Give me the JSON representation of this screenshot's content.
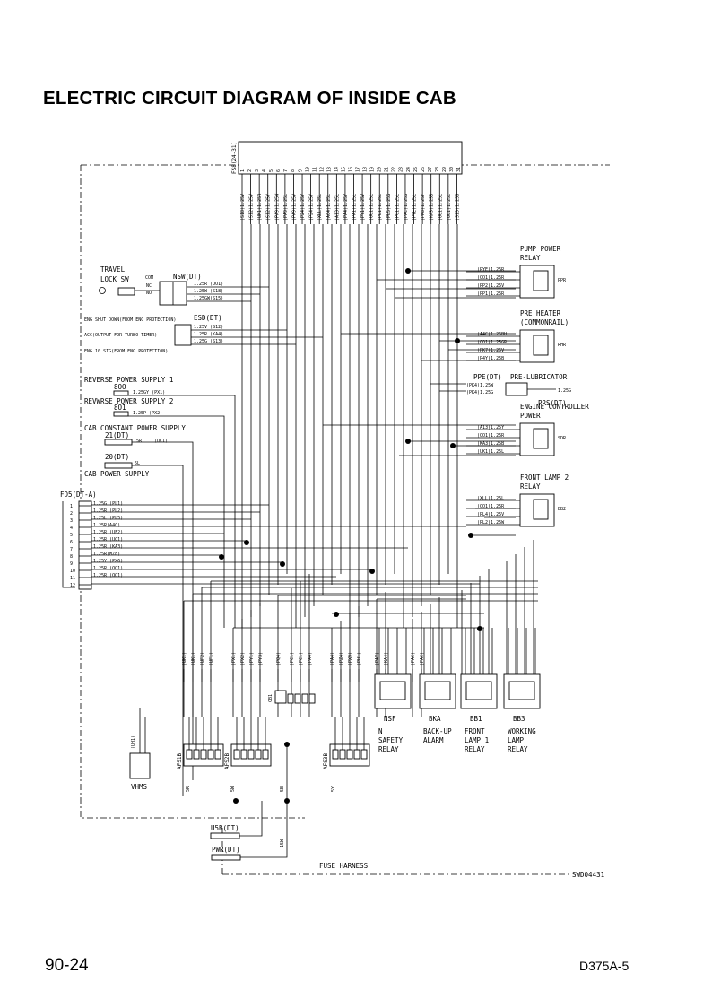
{
  "page": {
    "title": "ELECTRIC CIRCUIT DIAGRAM OF INSIDE CAB",
    "page_number": "90-24",
    "model": "D375A-5"
  },
  "diagram": {
    "header_connector": "FS8(24-31)",
    "header_pins": [
      "1",
      "2",
      "3",
      "4",
      "5",
      "6",
      "7",
      "8",
      "9",
      "10",
      "11",
      "12",
      "13",
      "14",
      "15",
      "16",
      "17",
      "18",
      "19",
      "20",
      "21",
      "22",
      "23",
      "24",
      "25",
      "26",
      "27",
      "28",
      "29",
      "30",
      "31"
    ],
    "header_wires": [
      "(S18)1.25V",
      "(S12)1.25V",
      "(UK1)1.25R",
      "(S12)1.25Y",
      "(PA9)1.25W",
      "(PA9)1.25L",
      "(PA9)1.25V",
      "(P24)1.25Y",
      "(P24)1.25Y",
      "(XLL)1.25L",
      "(AC4)1.25L",
      "(A13)1.25L",
      "(PA4)1.25Y",
      "(PA1)1.25L",
      "(PY1)1.25V",
      "(OO1)1.25L",
      "(PL1)1.25L",
      "(PL5)1.25G",
      "(PC1)1.25L",
      "(PAC)1.25G",
      "(PYE)1.25L",
      "(PK8)1.25Y",
      "(KA3)1.25B",
      "(OO1)1.25L",
      "(OO1)1.25L",
      "(S13)1.25G"
    ],
    "travel_lock": {
      "label_1": "TRAVEL",
      "label_2": "LOCK SW",
      "conn": "NSW(DT)",
      "nc": "NC",
      "no": "NO",
      "com": "COM",
      "wires": [
        "1.25R (OO1)",
        "1.25W (S18)",
        "1.25GW(S15)"
      ]
    },
    "esd": {
      "conn": "ESD(DT)",
      "left_1": "ENG SHUT DOWN(FROM ENG PROTECTION)",
      "left_2": "ACC(OUTPUT FOR TURBO TIMER)",
      "left_3": "ENG 10 SIG(FROM ENG PROTECTION)",
      "wires": [
        "1.25V (S12)",
        "1.25R (KA4)",
        "1.25G (S13)"
      ]
    },
    "reverse_1": {
      "label": "REVERSE POWER SUPPLY 1",
      "conn": "8OO",
      "wire": "1.25GY (PX1)"
    },
    "reverse_2": {
      "label": "REVWRSE POWER SUPPLY 2",
      "conn": "8O1",
      "wire": "1.25P (PX2)"
    },
    "cab_const": {
      "label": "CAB CONSTANT POWER SUPPLY",
      "conn": "21(DT)",
      "wire": "5R",
      "wire_2": "(UC1)"
    },
    "cab_power": {
      "label": "CAB POWER SUPPLY",
      "conn": "20(DT)",
      "wire": "5L"
    },
    "fd5": {
      "conn": "FD5(DT-A)",
      "pins": [
        "1",
        "2",
        "3",
        "4",
        "5",
        "6",
        "7",
        "8",
        "9",
        "10",
        "11",
        "12"
      ],
      "wires": [
        "1.25G (PL1)",
        "1.25R (PL2)",
        "1.25L (PL5)",
        "1.25R(A4C)",
        "1.25R (UF2)",
        "1.25R (UC1)",
        "1.25R (KA3)",
        "1.25R(MZ8)",
        "1.25Y (PX6)",
        "1.25R (OO1)",
        "1.25R (OO1)",
        ""
      ]
    },
    "ppr": {
      "label_1": "PUMP POWER",
      "label_2": "RELAY",
      "conn": "PPR",
      "wires": [
        "(PYE)1.25R",
        "(OO1)1.25R",
        "(PP2)1.25V",
        "(PP1)1.25R"
      ]
    },
    "rhr": {
      "label_1": "PRE HEATER",
      "label_2": "(COMMONRAIL)",
      "conn": "RHR",
      "wires": [
        "(A4C)1.25BH",
        "(OO1)1.25GR",
        "(PK7)1.25V",
        "(P4Y)1.25B"
      ]
    },
    "prs": {
      "label": "PRE-LUBRICATOR",
      "conn": "PPE(DT)",
      "conn_2": "PRS(DT)",
      "wires": [
        "(PK4)1.25W",
        "(PK4)1.25G",
        "1.25G"
      ]
    },
    "sdr": {
      "label_1": "ENGINE CONTROLLER",
      "label_2": "POWER",
      "conn": "SDR",
      "wires": [
        "(A13)1.25Y",
        "(OO1)1.25R",
        "(KA3)1.25B",
        "(UK1)1.25L"
      ]
    },
    "bb2": {
      "label_1": "FRONT LAMP 2",
      "label_2": "RELAY",
      "conn": "BB2",
      "wires": [
        "(XLL)1.25L",
        "(OO1)1.25R",
        "(PL4)1.25V",
        "(PL2)1.25W"
      ]
    },
    "bottom_wires": [
      "(UK1)",
      "(UK1)",
      "(UF2)",
      "(UF1)",
      "(PX1)",
      "(PX2)",
      "(PY1)",
      "(PY3)",
      "(PQ4)",
      "(PC1)",
      "(PC1)",
      "(PA4)",
      "(PA4)",
      "(PZ4)",
      "(PX9)",
      "(PH1)",
      "(PAY)",
      "(KA4)",
      "(PAC)",
      "(PAC)"
    ],
    "relays_bottom": [
      {
        "conn": "NSF",
        "l1": "N",
        "l2": "SAFETY",
        "l3": "RELAY"
      },
      {
        "conn": "BKA",
        "l1": "BACK-UP",
        "l2": "ALARM",
        "l3": ""
      },
      {
        "conn": "BB1",
        "l1": "FRONT",
        "l2": "LAMP 1",
        "l3": "RELAY"
      },
      {
        "conn": "BB3",
        "l1": "WORKING",
        "l2": "LAMP",
        "l3": "RELAY"
      }
    ],
    "fuse_blocks": [
      "AFS1B",
      "AFS2B",
      "AFS3B"
    ],
    "cb1": "CB1",
    "vhms": {
      "label": "VHMS",
      "conn": "(UH1)"
    },
    "u5b": "U5B(DT)",
    "pwr": "PWR(DT)",
    "fuse_harness": "FUSE HARNESS",
    "drawing_no": "SWD04431",
    "bottom_sizes": [
      "5R",
      "5W",
      "5B",
      "5Y",
      "15W"
    ]
  }
}
